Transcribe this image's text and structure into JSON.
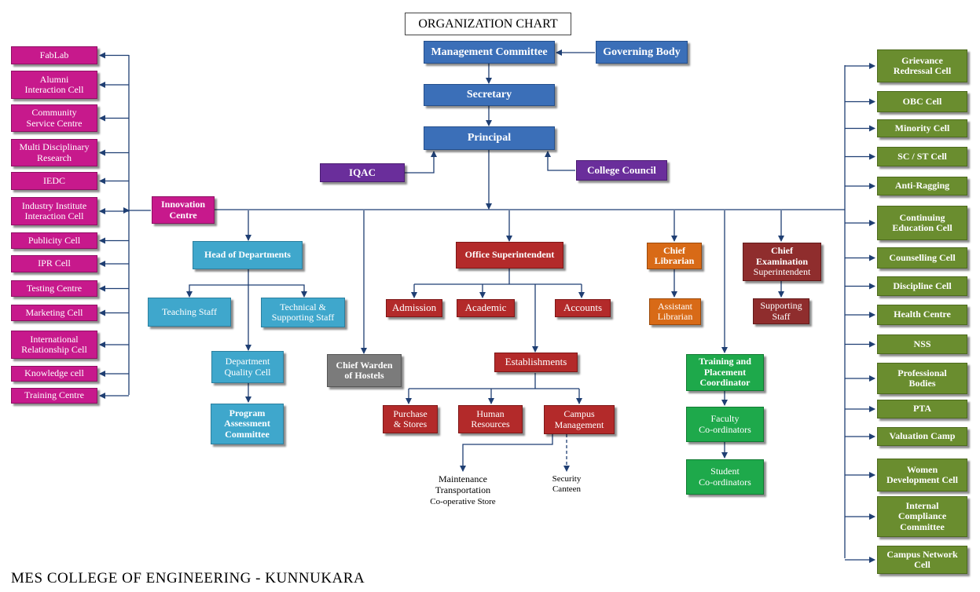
{
  "title": "ORGANIZATION CHART",
  "footer": "MES COLLEGE OF ENGINEERING - KUNNUKARA",
  "top": {
    "management_committee": [
      "Management Committee"
    ],
    "governing_body": [
      "Governing Body"
    ],
    "secretary": [
      "Secretary"
    ],
    "principal": [
      "Principal"
    ],
    "iqac": [
      "IQAC"
    ],
    "college_council": [
      "College Council"
    ],
    "innovation_centre": [
      "Innovation",
      "Centre"
    ]
  },
  "left_cells": [
    [
      "FabLab"
    ],
    [
      "Alumni",
      "Interaction Cell"
    ],
    [
      "Community",
      "Service Centre"
    ],
    [
      "Multi Disciplinary",
      "Research"
    ],
    [
      "IEDC"
    ],
    [
      "Industry Institute",
      "Interaction Cell"
    ],
    [
      "Publicity Cell"
    ],
    [
      "IPR Cell"
    ],
    [
      "Testing Centre"
    ],
    [
      "Marketing Cell"
    ],
    [
      "International",
      "Relationship Cell"
    ],
    [
      "Knowledge cell"
    ],
    [
      "Training Centre"
    ]
  ],
  "right_cells": [
    [
      "Grievance",
      "Redressal Cell"
    ],
    [
      "OBC Cell"
    ],
    [
      "Minority Cell"
    ],
    [
      "SC / ST Cell"
    ],
    [
      "Anti-Ragging"
    ],
    [
      "Continuing",
      "Education Cell"
    ],
    [
      "Counselling Cell"
    ],
    [
      "Discipline Cell"
    ],
    [
      "Health Centre"
    ],
    [
      "NSS"
    ],
    [
      "Professional",
      "Bodies"
    ],
    [
      "PTA"
    ],
    [
      "Valuation Camp"
    ],
    [
      "Women",
      "Development Cell"
    ],
    [
      "Internal",
      "Compliance",
      "Committee"
    ],
    [
      "Campus Network",
      "Cell"
    ]
  ],
  "departments": {
    "head": [
      "Head of Departments"
    ],
    "teaching": [
      "Teaching Staff"
    ],
    "technical": [
      "Technical &",
      "Supporting Staff"
    ],
    "dept_quality": [
      "Department",
      "Quality Cell"
    ],
    "program_assessment": [
      "Program",
      "Assessment",
      "Committee"
    ]
  },
  "warden": [
    "Chief Warden",
    "of Hostels"
  ],
  "office": {
    "superintendent": [
      "Office Superintendent"
    ],
    "admission": [
      "Admission"
    ],
    "academic": [
      "Academic"
    ],
    "accounts": [
      "Accounts"
    ],
    "establishments": [
      "Establishments"
    ],
    "purchase": [
      "Purchase",
      "& Stores"
    ],
    "human_resources": [
      "Human",
      "Resources"
    ],
    "campus_management": [
      "Campus",
      "Management"
    ],
    "maintenance_text": [
      "Maintenance",
      "Transportation",
      "Co-operative Store"
    ],
    "security_text": [
      "Security",
      "Canteen"
    ]
  },
  "library": {
    "chief": [
      "Chief",
      "Librarian"
    ],
    "assistant": [
      "Assistant",
      "Librarian"
    ]
  },
  "placement": {
    "coordinator": [
      "Training and",
      "Placement",
      "Coordinator"
    ],
    "faculty": [
      "Faculty",
      "Co-ordinators"
    ],
    "student": [
      "Student",
      "Co-ordinators"
    ]
  },
  "exam": {
    "chief": [
      "Chief",
      "Examination",
      "Superintendent"
    ],
    "supporting": [
      "Supporting",
      "Staff"
    ]
  },
  "colors": {
    "blue": "#3b6fb8",
    "purple": "#6a2e9b",
    "pink": "#c7198c",
    "green": "#6a8d2f",
    "cyan": "#3fa7cc",
    "red": "#b32a2a",
    "orange": "#d86a17",
    "gray": "#7b7b7b",
    "bright_green": "#1ea94b",
    "line": "#1f3f73"
  }
}
